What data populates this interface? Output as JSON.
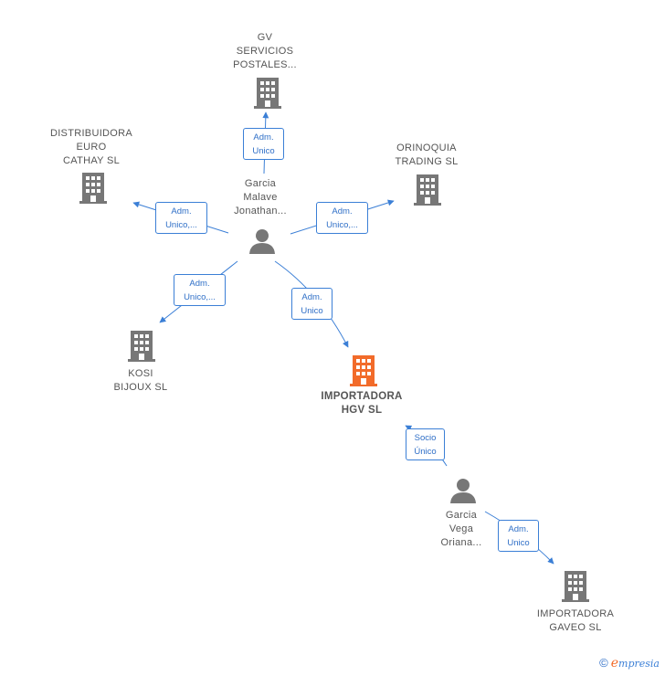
{
  "colors": {
    "edge": "#3b7fd6",
    "node_company": "#777777",
    "node_focus": "#f26b2a",
    "node_person": "#777777"
  },
  "nodes": {
    "gv": {
      "lines": [
        "GV",
        "SERVICIOS",
        "POSTALES..."
      ],
      "type": "company"
    },
    "distribuidora": {
      "lines": [
        "DISTRIBUIDORA",
        "EURO",
        "CATHAY  SL"
      ],
      "type": "company"
    },
    "orinoquia": {
      "lines": [
        "ORINOQUIA",
        "TRADING  SL"
      ],
      "type": "company"
    },
    "garcia_malave": {
      "lines": [
        "Garcia",
        "Malave",
        "Jonathan..."
      ],
      "type": "person"
    },
    "kosi": {
      "lines": [
        "KOSI",
        "BIJOUX SL"
      ],
      "type": "company"
    },
    "hgv": {
      "lines": [
        "IMPORTADORA",
        "HGV  SL"
      ],
      "type": "focus"
    },
    "garcia_vega": {
      "lines": [
        "Garcia",
        "Vega",
        "Oriana..."
      ],
      "type": "person"
    },
    "gaveo": {
      "lines": [
        "IMPORTADORA",
        "GAVEO  SL"
      ],
      "type": "company"
    }
  },
  "edges": {
    "e_gv": {
      "lines": [
        "Adm.",
        "Unico"
      ]
    },
    "e_distribuidora": {
      "lines": [
        "Adm.",
        "Unico,..."
      ]
    },
    "e_orinoquia": {
      "lines": [
        "Adm.",
        "Unico,..."
      ]
    },
    "e_kosi": {
      "lines": [
        "Adm.",
        "Unico,..."
      ]
    },
    "e_hgv": {
      "lines": [
        "Adm.",
        "Unico"
      ]
    },
    "e_socio": {
      "lines": [
        "Socio",
        "Único"
      ]
    },
    "e_gaveo": {
      "lines": [
        "Adm.",
        "Unico"
      ]
    }
  },
  "footer": {
    "copyright": "©",
    "brand_first": "e",
    "brand_rest": "mpresia"
  }
}
